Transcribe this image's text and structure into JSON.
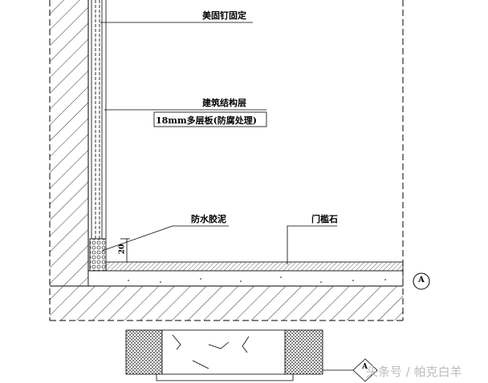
{
  "labels": {
    "fastener": "美固钉固定",
    "structure": "建筑结构层",
    "plywood": "18mm多层板(防腐处理)",
    "waterproof": "防水胶泥",
    "threshold": "门槛石",
    "dimension": "20",
    "section_marker": "A",
    "plan_marker": "A"
  },
  "watermark": "头条号 / 帕克白羊"
}
